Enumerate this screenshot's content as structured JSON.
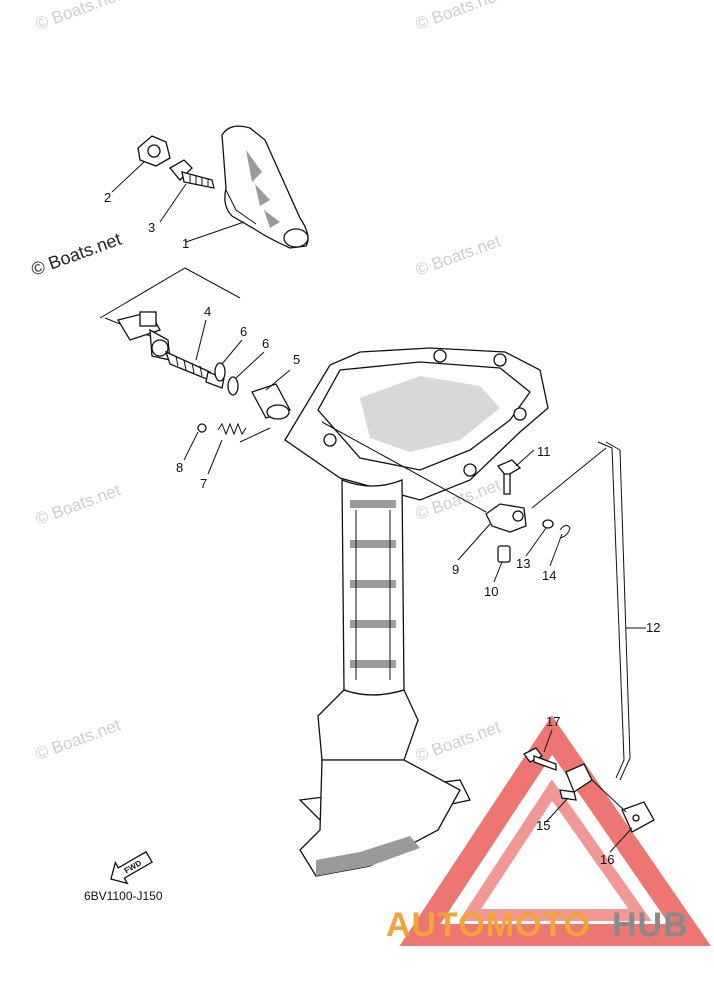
{
  "diagram": {
    "copyright": "© Boats.net",
    "watermark_text": "© Boats.net",
    "drawing_code": "6BV1100-J150",
    "fwd_label": "FWD",
    "callouts": [
      "1",
      "2",
      "3",
      "4",
      "5",
      "6",
      "6",
      "7",
      "8",
      "9",
      "10",
      "11",
      "12",
      "13",
      "14",
      "15",
      "16",
      "17"
    ]
  },
  "brand": {
    "logo_part1": "AUTOMOTO",
    "logo_part2": "HUB",
    "colors": {
      "primary": "#f4a23a",
      "secondary": "#8a8a8a",
      "triangle": "#e8534f"
    }
  }
}
